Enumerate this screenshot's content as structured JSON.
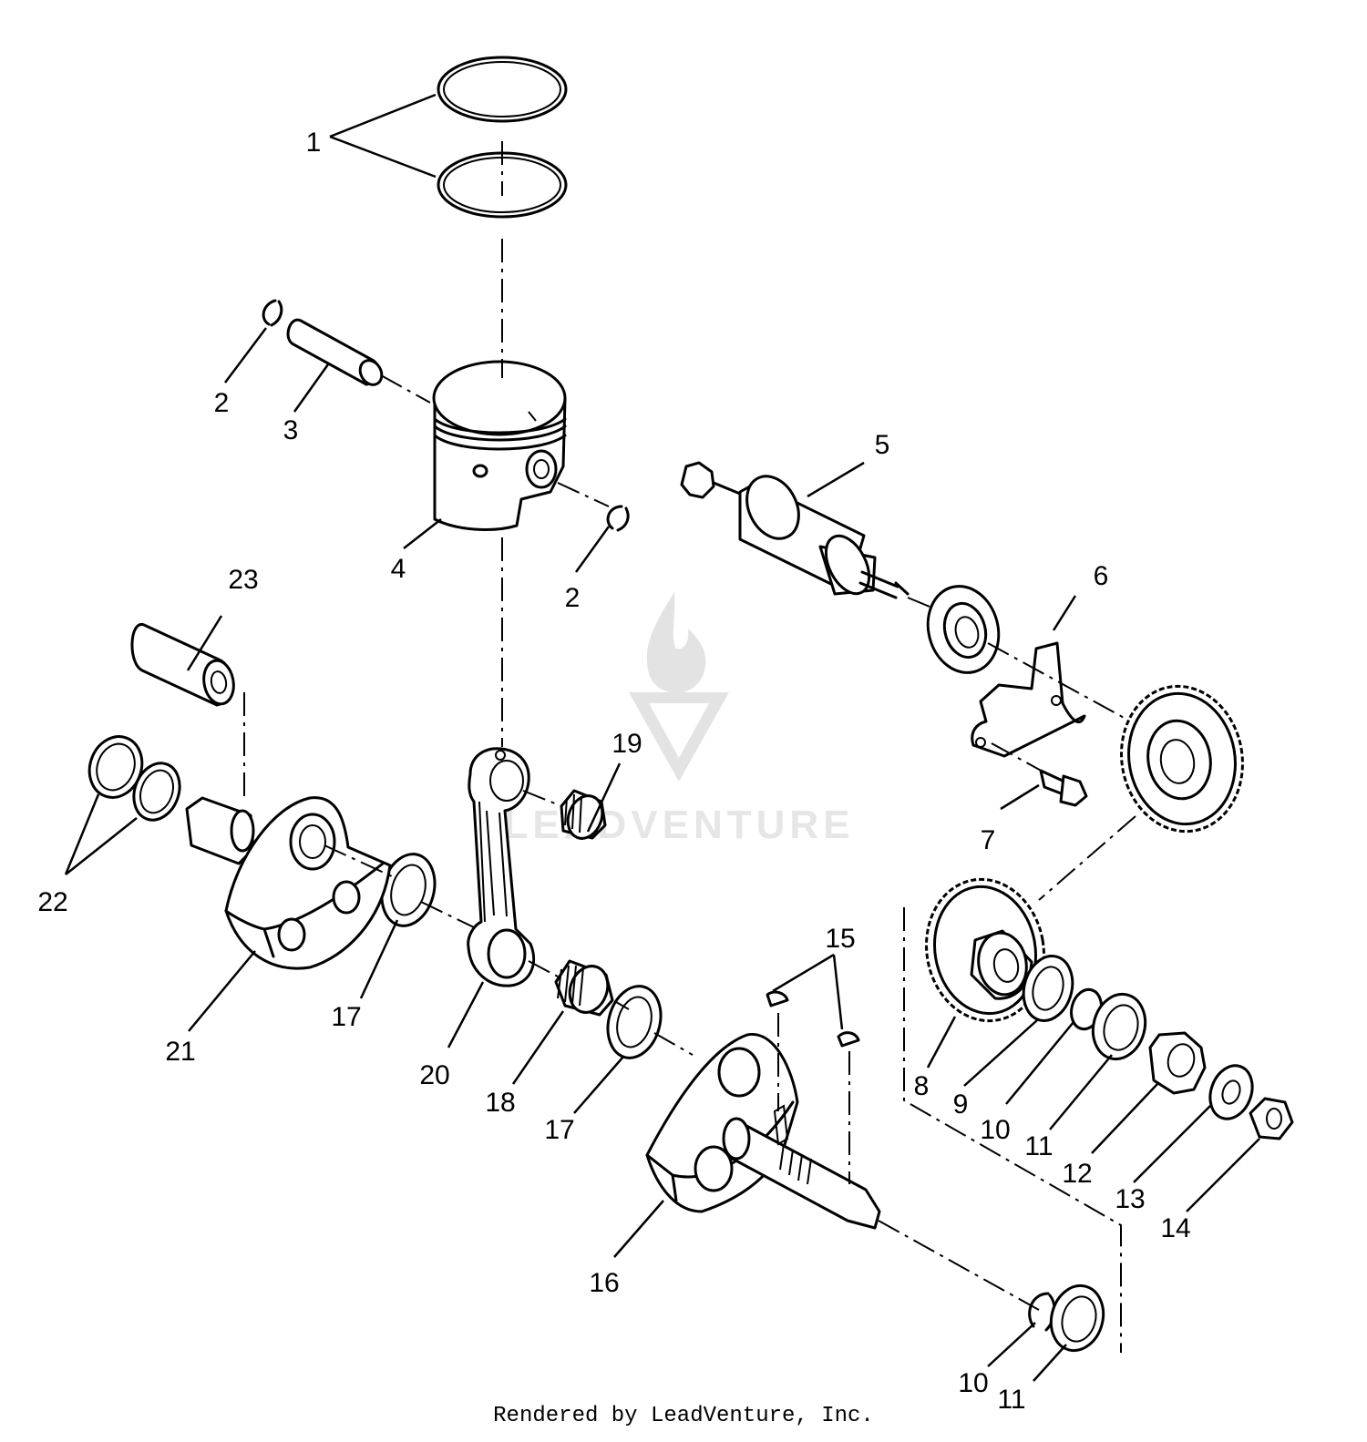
{
  "watermark": {
    "text": "LEADVENTURE"
  },
  "callouts": {
    "c1": "1",
    "c2a": "2",
    "c2b": "2",
    "c3": "3",
    "c4": "4",
    "c5": "5",
    "c6": "6",
    "c7": "7",
    "c8": "8",
    "c9": "9",
    "c10a": "10",
    "c10b": "10",
    "c11a": "11",
    "c11b": "11",
    "c12": "12",
    "c13": "13",
    "c14": "14",
    "c15": "15",
    "c16": "16",
    "c17a": "17",
    "c17b": "17",
    "c18": "18",
    "c19": "19",
    "c20": "20",
    "c21": "21",
    "c22": "22",
    "c23": "23"
  },
  "footer": {
    "text": "Rendered by LeadVenture, Inc."
  }
}
